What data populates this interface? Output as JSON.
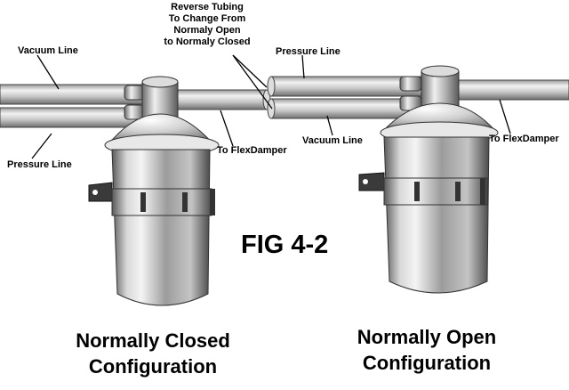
{
  "labels": {
    "reverse_note": [
      "Reverse Tubing",
      "To Change From",
      "Normaly Open",
      "to Normaly Closed"
    ],
    "left_top_line": "Vacuum Line",
    "left_bottom_line": "Pressure Line",
    "left_flexdamper": "To FlexDamper",
    "right_top_line": "Pressure Line",
    "right_bottom_line": "Vacuum Line",
    "right_flexdamper": "To FlexDamper",
    "figure": "FIG 4-2"
  },
  "captions": {
    "left": [
      "Normally Closed",
      "Configuration"
    ],
    "right": [
      "Normally Open",
      "Configuration"
    ]
  }
}
